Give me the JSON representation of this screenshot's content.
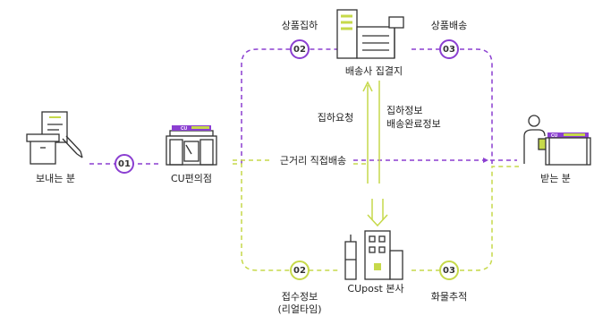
{
  "nodes": {
    "sender": "보내는 분",
    "cu_store": "CU편의점",
    "courier": "배송사 집결지",
    "receiver": "받는 분",
    "hq": "CUpost 본사"
  },
  "steps": {
    "purple_01": "01",
    "purple_02": "02",
    "purple_03": "03",
    "yellow_02": "02",
    "yellow_03": "03"
  },
  "labels": {
    "pickup": "상품집하",
    "delivery": "상품배송",
    "pickup_request": "집하요청",
    "pickup_info_line1": "집하정보",
    "pickup_info_line2": "배송완료정보",
    "direct_delivery": "근거리 직접배송",
    "receipt_info_line1": "접수정보",
    "receipt_info_line2": "(리얼타임)",
    "tracking": "화물추적"
  },
  "icon_labels": {
    "cu_store_sign": "CU",
    "receiver_sign": "CU"
  },
  "colors": {
    "purple": "#8b3fd1",
    "yellow": "#c6d94a",
    "icon_stroke": "#333333"
  }
}
